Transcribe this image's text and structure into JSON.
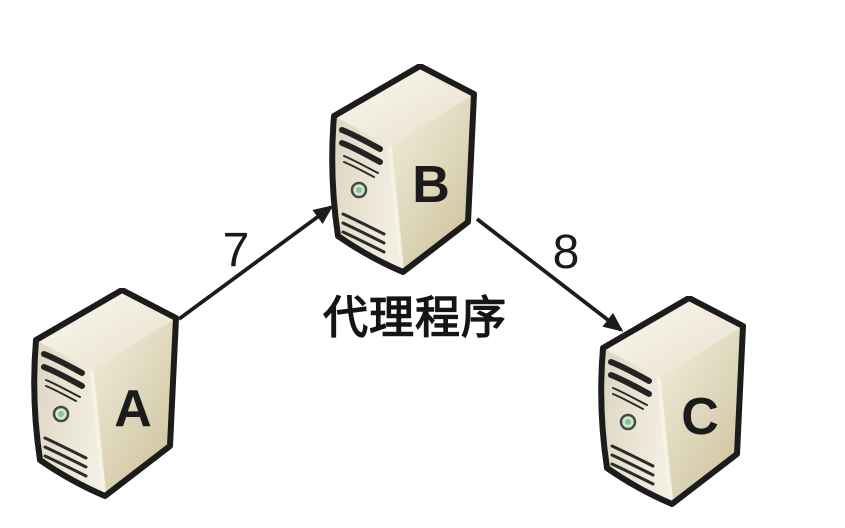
{
  "diagram": {
    "type": "network-flow",
    "background_color": "#ffffff",
    "caption": "代理程序",
    "nodes": [
      {
        "id": "A",
        "label": "A",
        "icon": "server-tower-icon"
      },
      {
        "id": "B",
        "label": "B",
        "icon": "server-tower-icon"
      },
      {
        "id": "C",
        "label": "C",
        "icon": "server-tower-icon"
      }
    ],
    "edges": [
      {
        "from": "A",
        "to": "B",
        "label": "7",
        "direction": "A-to-B"
      },
      {
        "from": "B",
        "to": "C",
        "label": "8",
        "direction": "B-to-C"
      }
    ],
    "colors": {
      "outline": "#1c1c1c",
      "arrow": "#1c1c1c",
      "label_text": "#1a1a1a",
      "server_top_face": "#f8f5ea",
      "server_side_face": "#d6cba6",
      "server_front_face": "#e9e3d2",
      "led_green": "#cdeccd"
    }
  }
}
